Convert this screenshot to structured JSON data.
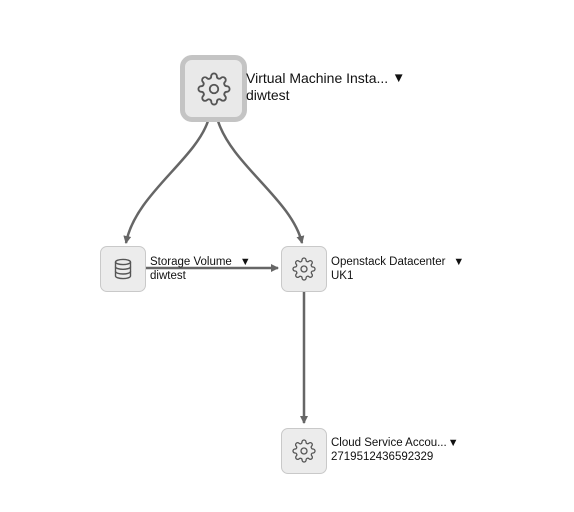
{
  "nodes": {
    "vm": {
      "title": "Virtual Machine Insta...",
      "subtitle": "diwtest",
      "caret": "▼",
      "icon": "gear-icon"
    },
    "storage": {
      "title": "Storage Volume",
      "subtitle": "diwtest",
      "caret": "▼",
      "icon": "database-icon"
    },
    "datacenter": {
      "title": "Openstack Datacenter",
      "subtitle": "UK1",
      "caret": "▼",
      "icon": "gear-icon"
    },
    "account": {
      "title": "Cloud Service Accou...",
      "subtitle": "2719512436592329",
      "caret": "▼",
      "icon": "gear-icon"
    }
  },
  "edges": [
    {
      "from": "vm",
      "to": "storage"
    },
    {
      "from": "vm",
      "to": "datacenter"
    },
    {
      "from": "storage",
      "to": "datacenter"
    },
    {
      "from": "datacenter",
      "to": "account"
    }
  ],
  "colors": {
    "edge": "#666666",
    "node_fill": "#ececec",
    "node_border": "#c9c9c9",
    "icon": "#555555"
  }
}
